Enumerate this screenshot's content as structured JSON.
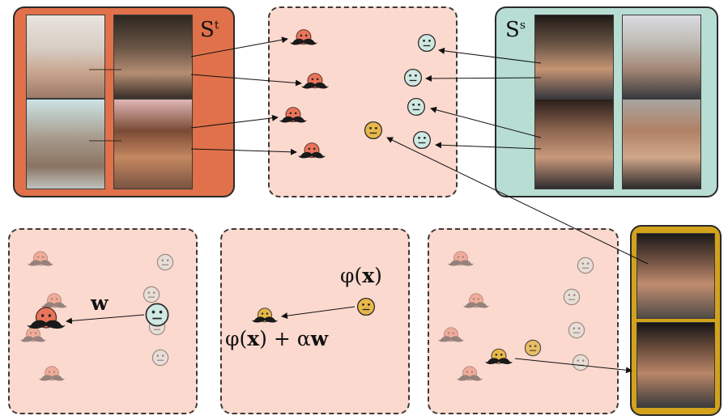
{
  "labels": {
    "target_set": "S",
    "target_sup": "t",
    "source_set": "S",
    "source_sup": "s",
    "w": "w",
    "phi_x": "φ(x)",
    "phi_shift": "φ(x) + αw"
  },
  "colors": {
    "target_box": "#e0714a",
    "source_box": "#b8ddd3",
    "embed_bg": "#fcd9cf",
    "query_border": "#d2a21b",
    "mustache_face": "#e9745a",
    "plain_face": "#cfe8e2",
    "query_face": "#e7b84a"
  },
  "icons": {
    "mustache": "mustache-face-icon",
    "plain": "neutral-face-icon",
    "query": "query-face-icon"
  }
}
